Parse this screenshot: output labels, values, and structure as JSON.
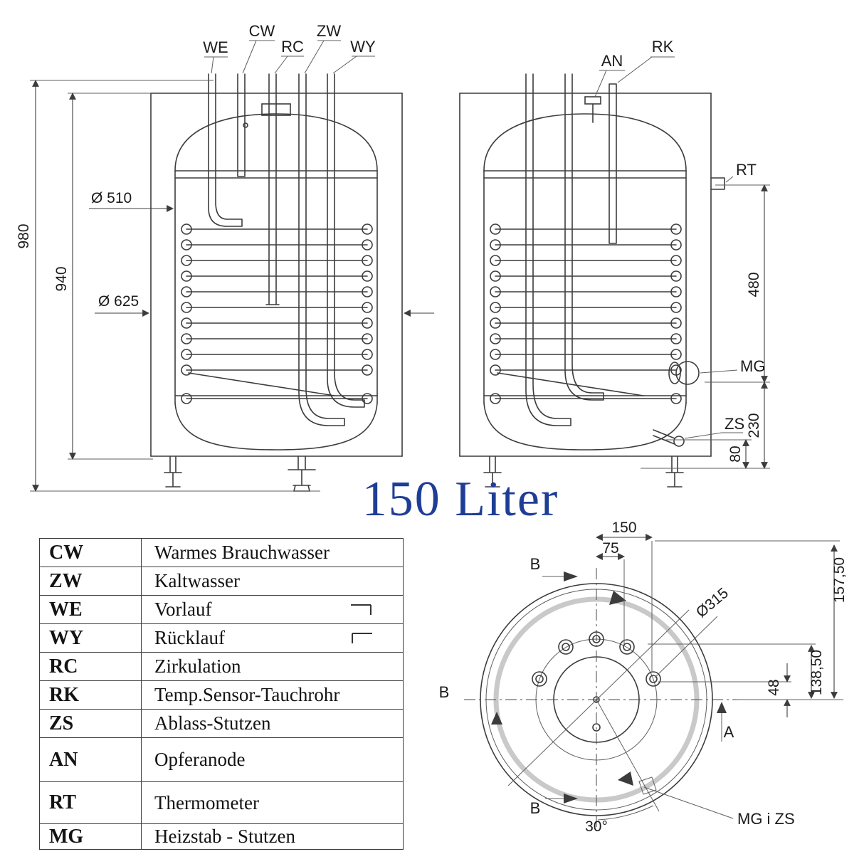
{
  "title": "150 Liter",
  "colors": {
    "title_blue": "#1e3e96",
    "line": "#3c3c3c"
  },
  "front_view": {
    "ports": [
      "WE",
      "CW",
      "RC",
      "ZW",
      "WY"
    ],
    "dims": {
      "total_height": "980",
      "jacket_height": "940",
      "inner_diameter": "Ø 510",
      "outer_diameter": "Ø 625"
    }
  },
  "rear_view": {
    "labels": {
      "an": "AN",
      "rk": "RK",
      "rt": "RT",
      "mg": "MG",
      "zs": "ZS"
    },
    "dims": {
      "coil_height": "480",
      "lower_height": "230",
      "drain_height": "80"
    }
  },
  "legend": {
    "rows": [
      {
        "abbr": "CW",
        "desc": "Warmes Brauchwasser"
      },
      {
        "abbr": "ZW",
        "desc": "Kaltwasser"
      },
      {
        "abbr": "WE",
        "desc": "Vorlauf"
      },
      {
        "abbr": "WY",
        "desc": "Rücklauf"
      },
      {
        "abbr": "RC",
        "desc": "Zirkulation"
      },
      {
        "abbr": "RK",
        "desc": "Temp.Sensor-Tauchrohr"
      },
      {
        "abbr": "ZS",
        "desc": "Ablass-Stutzen"
      },
      {
        "abbr": "AN",
        "desc": "Opferanode"
      },
      {
        "abbr": "RT",
        "desc": "Thermometer"
      },
      {
        "abbr": "MG",
        "desc": "Heizstab - Stutzen"
      }
    ]
  },
  "bottom_view": {
    "dims": {
      "pitch": "150",
      "half_pitch": "75",
      "bolt_circle": "Ø315",
      "radial_1": "157,50",
      "radial_2": "138,50",
      "radial_3": "48",
      "angle": "30°"
    },
    "labels": {
      "section_b": "B",
      "section_a": "A",
      "mg_zs": "MG i ZS"
    }
  }
}
